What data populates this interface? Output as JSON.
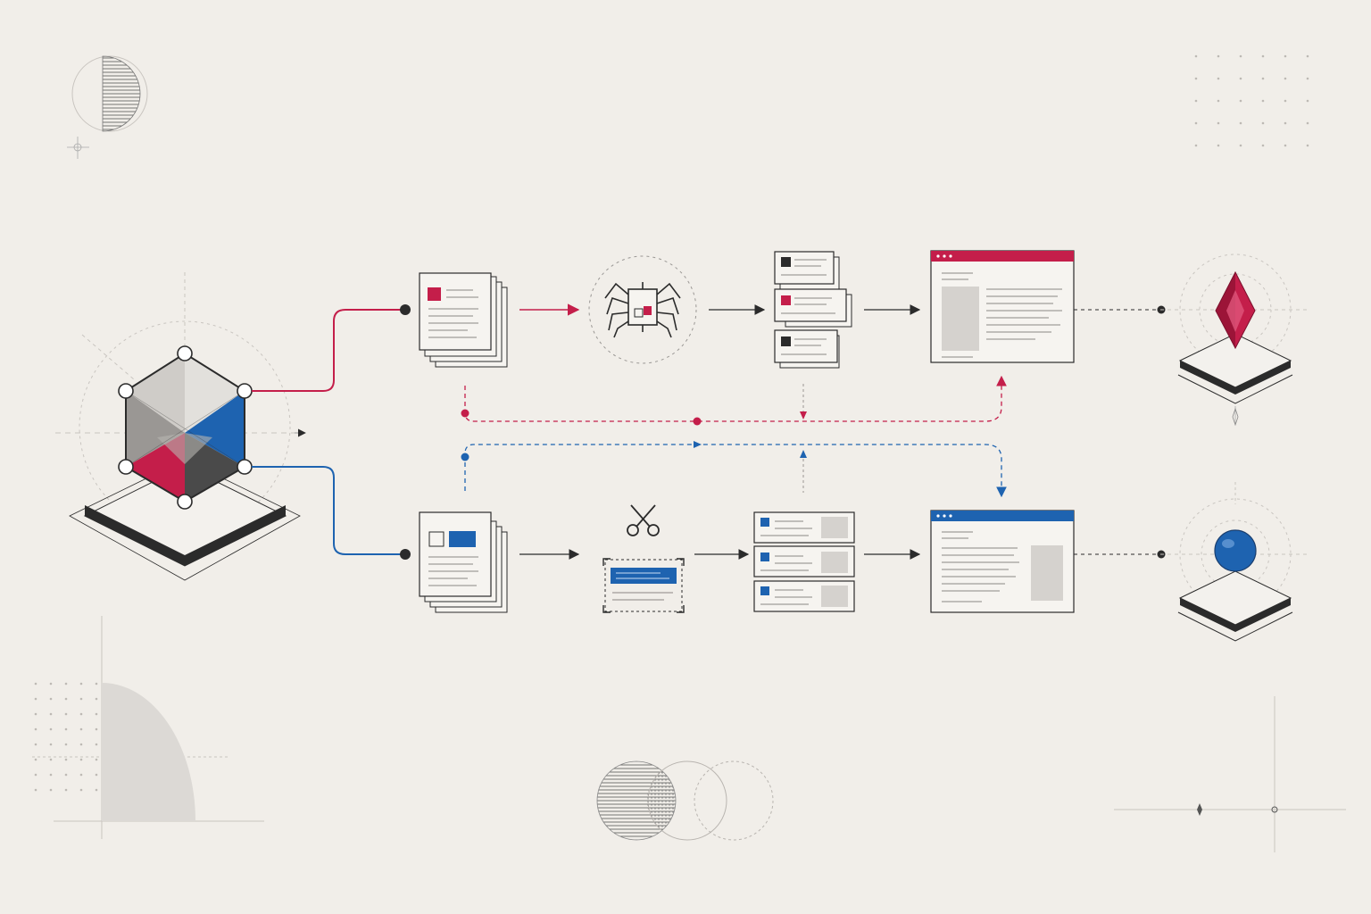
{
  "colors": {
    "background": "#f1eee9",
    "ink": "#2b2b2b",
    "red": "#c41e4a",
    "blue": "#1e63b0",
    "grey_light": "#cfccc8",
    "grey_mid": "#9a9794",
    "grey_dark": "#4a4a4a",
    "card": "#f6f4f0",
    "faint": "#b9b5b0"
  },
  "diagram": {
    "source": {
      "name": "hexagon-source-node",
      "facets": [
        "grey_light",
        "grey_mid",
        "blue",
        "red",
        "grey_dark",
        "grey_light"
      ]
    },
    "rows": [
      {
        "id": "top",
        "accent": "red",
        "stages": [
          "document-stack",
          "crawler-spider",
          "extracted-records",
          "browser-window",
          "gem-output"
        ]
      },
      {
        "id": "bottom",
        "accent": "blue",
        "stages": [
          "document-stack",
          "scissors-clipping",
          "record-list",
          "browser-window",
          "sphere-output"
        ]
      }
    ],
    "cross_links": [
      {
        "from": "document-stack-top",
        "to": "browser-window-top",
        "accent": "red",
        "style": "dashed"
      },
      {
        "from": "document-stack-bottom",
        "to": "browser-window-bottom",
        "accent": "blue",
        "style": "dashed"
      }
    ]
  }
}
